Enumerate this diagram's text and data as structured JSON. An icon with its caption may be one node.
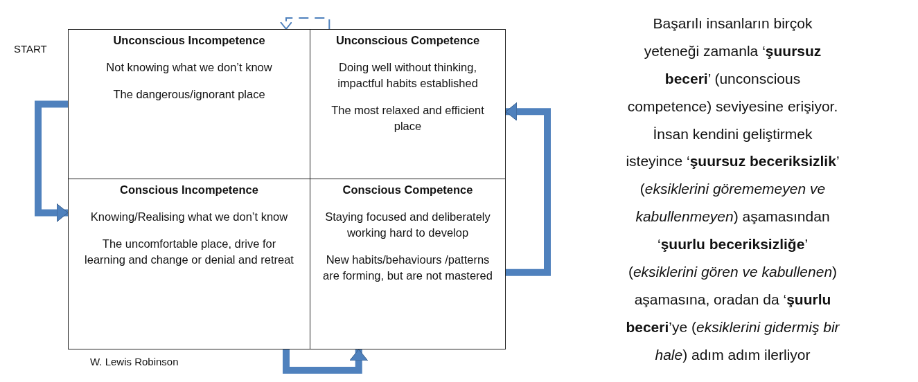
{
  "diagram": {
    "nodes": [
      {
        "text": [
          "Unconscious Incompetence",
          "Not knowing what we don’t know",
          "The dangerous/ignorant place"
        ]
      },
      {
        "text": [
          "Unconscious Competence",
          "Doing well without thinking, impactful habits established",
          "The most relaxed and efficient place"
        ]
      },
      {
        "text": [
          "Conscious Incompetence",
          "Knowing/Realising what we don’t know",
          "The uncomfortable place, drive for learning and change or denial and retreat"
        ]
      },
      {
        "text": [
          "Conscious Competence",
          "Staying focused and deliberately working hard to develop",
          "New habits/behaviours /patterns are forming, but are not mastered"
        ]
      }
    ],
    "edges": [
      {
        "from": 1,
        "to": 0,
        "arrow": "to",
        "style": "dashed"
      },
      {
        "from": 0,
        "to": 2,
        "arrow": "to"
      },
      {
        "from": 2,
        "to": 3,
        "arrow": "to"
      },
      {
        "from": 3,
        "to": 1,
        "arrow": "to"
      }
    ],
    "labels": [
      "START",
      "W. Lewis Robinson",
      "Başarılı insanların birçok yeteneği zamanla ‘**şuursuz beceri**’ (unconscious competence) seviyesine erişiyor. İnsan kendini geliştirmek isteyince ‘**şuursuz beceriksizlik**’ (*eksiklerini görememeyen ve kabullenmeyen*) aşamasından ‘**şuurlu beceriksizliğe**’ (*eksiklerini gören ve kabullenen*) aşamasına, oradan da ‘**şuurlu beceri**’ye (*eksiklerini gidermiş bir hale*) adım adım ilerliyor"
    ]
  }
}
